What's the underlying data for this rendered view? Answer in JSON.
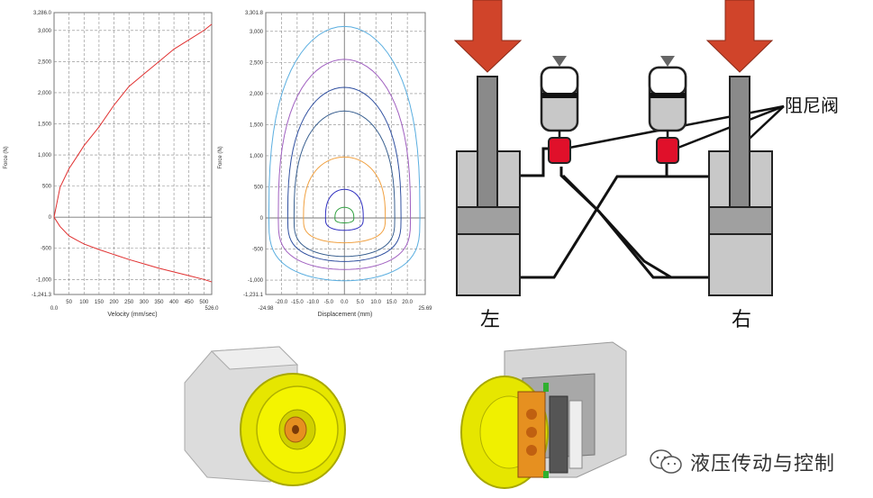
{
  "chart_data": [
    {
      "type": "line",
      "title": "",
      "xlabel": "Velocity (mm/sec)",
      "ylabel": "Force (N)",
      "xlim": [
        0,
        526
      ],
      "ylim": [
        -1241.3,
        3286.0
      ],
      "x_ticks": [
        "0.0",
        "50",
        "100",
        "150",
        "200",
        "250",
        "300",
        "350",
        "400",
        "450",
        "500",
        "526.0"
      ],
      "y_ticks": [
        "3,286.0",
        "3,000",
        "2,500",
        "2,000",
        "1,500",
        "1,000",
        "500",
        "0",
        "-500",
        "-1,000",
        "-1,241.3"
      ],
      "grid": true,
      "series": [
        {
          "color": "#e03030",
          "x": [
            0,
            20,
            50,
            80,
            100,
            150,
            200,
            250,
            300,
            350,
            400,
            450,
            500,
            526
          ],
          "y": [
            0,
            480,
            780,
            1000,
            1150,
            1450,
            1800,
            2100,
            2300,
            2500,
            2700,
            2850,
            3000,
            3100
          ]
        },
        {
          "color": "#e03030",
          "x": [
            0,
            20,
            50,
            80,
            100,
            150,
            200,
            250,
            300,
            350,
            400,
            450,
            500,
            526
          ],
          "y": [
            0,
            -150,
            -300,
            -380,
            -430,
            -520,
            -600,
            -680,
            -750,
            -820,
            -880,
            -940,
            -1000,
            -1040
          ]
        }
      ]
    },
    {
      "type": "line",
      "title": "",
      "xlabel": "Displacement (mm)",
      "ylabel": "Force (N)",
      "xlim": [
        -24.98,
        25.69
      ],
      "ylim": [
        -1231.1,
        3301.8
      ],
      "x_ticks": [
        "-24.98",
        "-20.0",
        "-15.0",
        "-10.0",
        "-5.0",
        "0.0",
        "5.0",
        "10.0",
        "15.0",
        "20.0",
        "25.69"
      ],
      "y_ticks": [
        "3,301.8",
        "3,000",
        "2,500",
        "2,000",
        "1,500",
        "1,000",
        "500",
        "0",
        "-500",
        "-1,000",
        "-1,231.1"
      ],
      "grid": true,
      "loops": [
        {
          "color": "#5aaee0",
          "amp": 24,
          "top": 3080,
          "bottom": -1010
        },
        {
          "color": "#a060c0",
          "amp": 21,
          "top": 2550,
          "bottom": -830
        },
        {
          "color": "#3050a0",
          "amp": 18,
          "top": 2100,
          "bottom": -700
        },
        {
          "color": "#3a6090",
          "amp": 16,
          "top": 1720,
          "bottom": -620
        },
        {
          "color": "#f0a040",
          "amp": 13,
          "top": 980,
          "bottom": -400
        },
        {
          "color": "#3030c0",
          "amp": 6,
          "top": 460,
          "bottom": -200
        },
        {
          "color": "#30a040",
          "amp": 3,
          "top": 170,
          "bottom": -80
        }
      ]
    }
  ],
  "diagram": {
    "label_valve": "阻尼阀",
    "label_left": "左",
    "label_right": "右",
    "colors": {
      "arrow": "#d0442a",
      "valve": "#e0102a",
      "cylinder": "#c8c8c8",
      "rod": "#8a8a8a",
      "band": "#a0a0a0"
    }
  },
  "watermark": {
    "text": "液压传动与控制",
    "icon": "wechat-icon"
  }
}
